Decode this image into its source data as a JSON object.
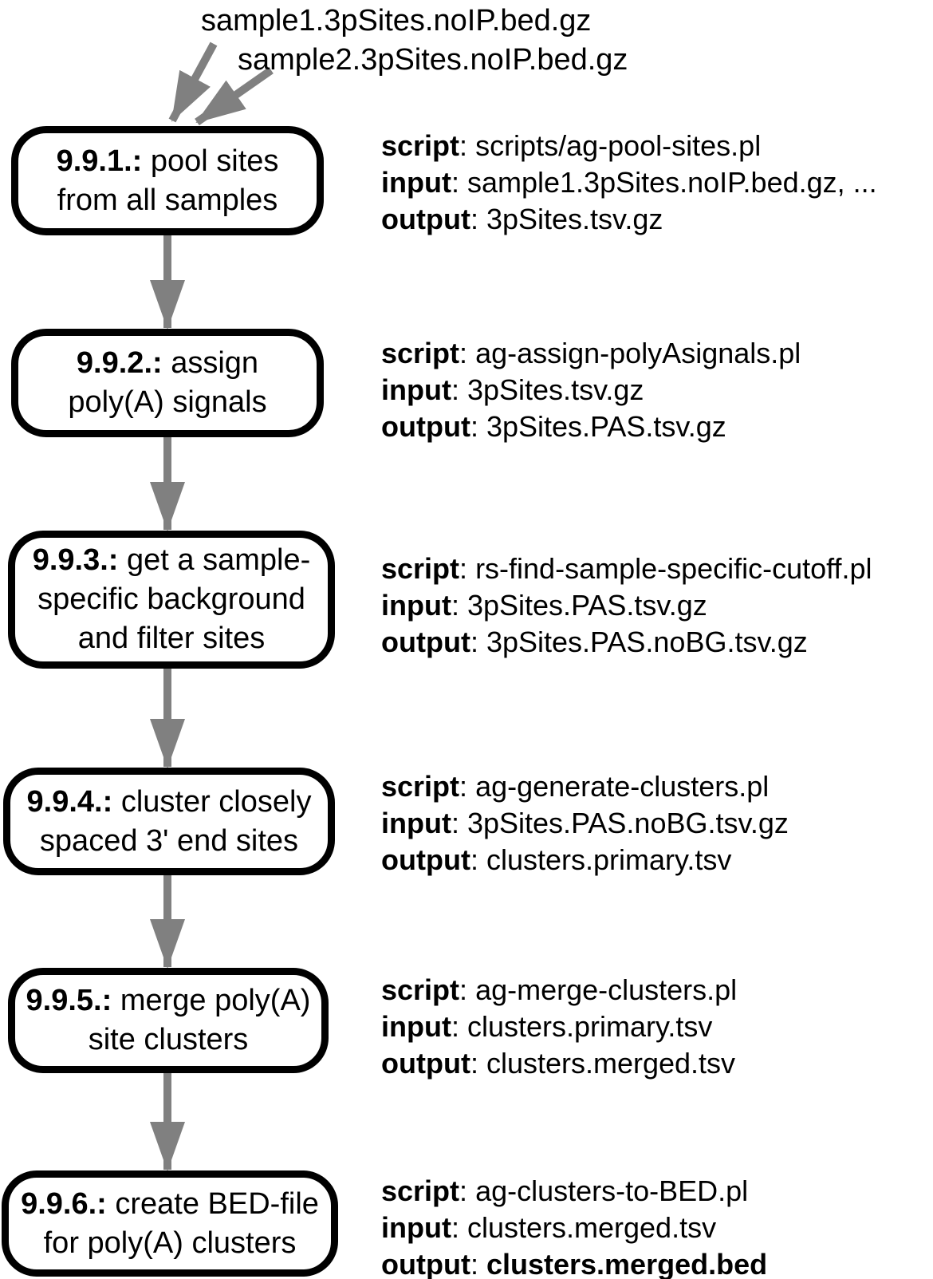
{
  "top_inputs": {
    "file1": "sample1.3pSites.noIP.bed.gz",
    "file2": "sample2.3pSites.noIP.bed.gz"
  },
  "labels": {
    "script": "script",
    "input": "input",
    "output": "output",
    "sep": ": "
  },
  "steps": [
    {
      "number": "9.9.1.:",
      "title": "pool sites\nfrom all samples",
      "script": "scripts/ag-pool-sites.pl",
      "input": "sample1.3pSites.noIP.bed.gz, ...",
      "output": "3pSites.tsv.gz"
    },
    {
      "number": "9.9.2.:",
      "title": "assign\npoly(A) signals",
      "script": "ag-assign-polyAsignals.pl",
      "input": "3pSites.tsv.gz",
      "output": "3pSites.PAS.tsv.gz"
    },
    {
      "number": "9.9.3.:",
      "title": "get a sample-\nspecific background\nand filter sites",
      "script": "rs-find-sample-specific-cutoff.pl",
      "input": "3pSites.PAS.tsv.gz",
      "output": "3pSites.PAS.noBG.tsv.gz"
    },
    {
      "number": "9.9.4.:",
      "title": "cluster closely\nspaced 3' end sites",
      "script": "ag-generate-clusters.pl",
      "input": "3pSites.PAS.noBG.tsv.gz",
      "output": "clusters.primary.tsv"
    },
    {
      "number": "9.9.5.:",
      "title": "merge poly(A)\nsite clusters",
      "script": "ag-merge-clusters.pl",
      "input": "clusters.primary.tsv",
      "output": "clusters.merged.tsv"
    },
    {
      "number": "9.9.6.:",
      "title": "create BED-file\nfor poly(A) clusters",
      "script": "ag-clusters-to-BED.pl",
      "input": "clusters.merged.tsv",
      "output": "clusters.merged.bed"
    }
  ],
  "colors": {
    "arrow": "#808080",
    "box_border": "#000000",
    "text": "#000000",
    "background": "#ffffff"
  }
}
